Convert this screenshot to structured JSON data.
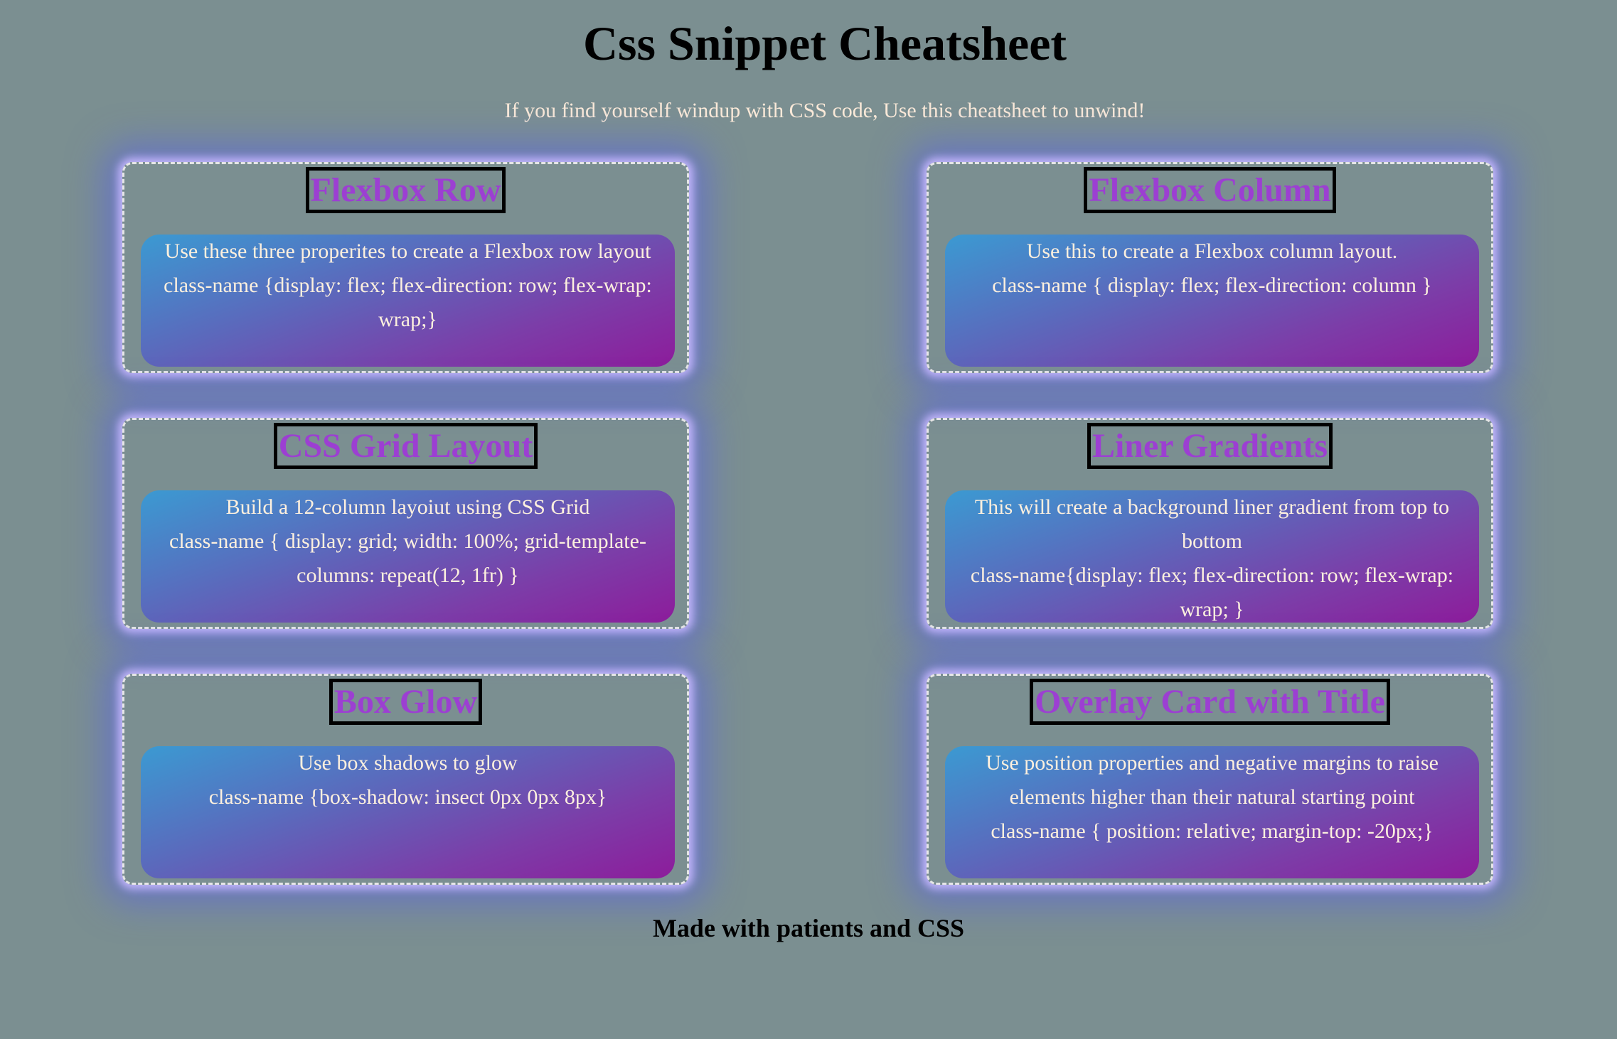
{
  "header": {
    "title": "Css Snippet Cheatsheet",
    "subtitle": "If you find yourself windup with CSS code, Use this cheatsheet to unwind!"
  },
  "cards": [
    {
      "title": "Flexbox Row",
      "description": "Use these three properites to create a Flexbox row layout",
      "code": "class-name {display: flex; flex-direction: row; flex-wrap: wrap;}"
    },
    {
      "title": "Flexbox Column",
      "description": "Use this to create a Flexbox column layout.",
      "code": "class-name { display: flex; flex-direction: column }"
    },
    {
      "title": "CSS Grid Layout",
      "description": "Build a 12-column layoiut using CSS Grid",
      "code": "class-name { display: grid; width: 100%; grid-template-columns: repeat(12, 1fr) }"
    },
    {
      "title": "Liner Gradients",
      "description": "This will create a background liner gradient from top to bottom",
      "code": "class-name{display: flex; flex-direction: row; flex-wrap: wrap; }"
    },
    {
      "title": "Box Glow",
      "description": "Use box shadows to glow",
      "code": "class-name {box-shadow: insect 0px 0px 8px}"
    },
    {
      "title": "Overlay Card with Title",
      "description": "Use position properties and negative margins to raise elements higher than their natural starting point",
      "code": "class-name { position: relative; margin-top: -20px;}"
    }
  ],
  "footer": {
    "text": "Made with patients and CSS"
  },
  "colors": {
    "background": "#7b8f91",
    "card_title": "#9c3fd2",
    "body_text": "#fdf0de",
    "gradient_start": "#3b9ad2",
    "gradient_end": "#8d1c9b",
    "glow": "#5c66e1"
  }
}
